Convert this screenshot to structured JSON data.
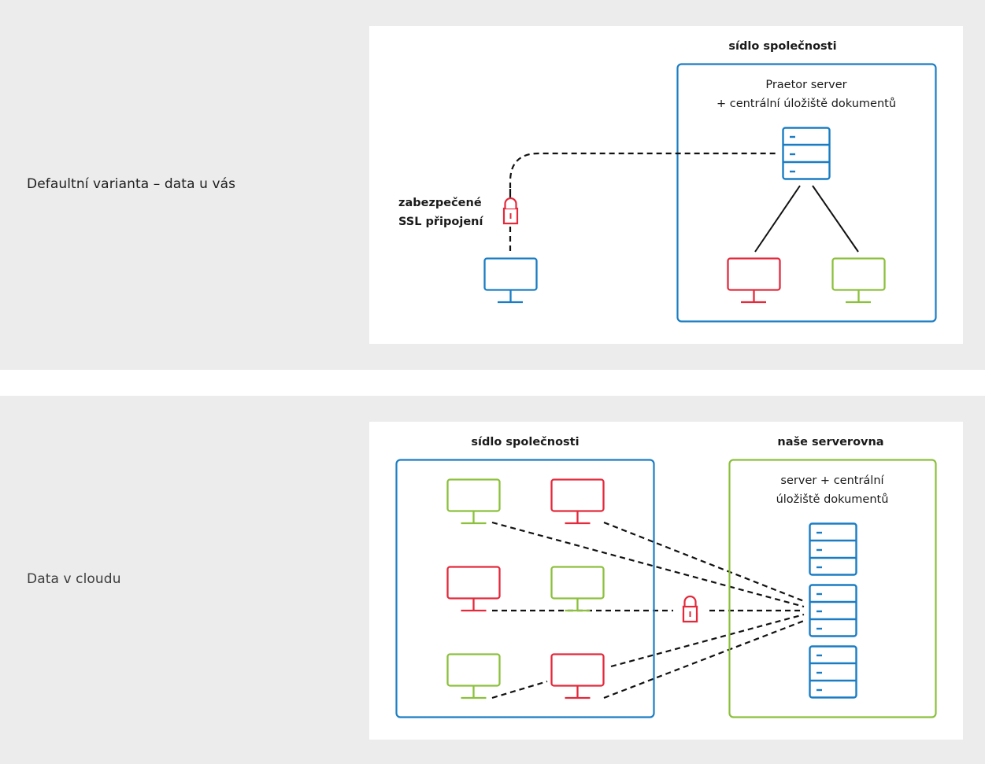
{
  "colors": {
    "blue": "#1a7dc4",
    "red": "#e3293b",
    "green": "#8cc03c",
    "connector": "#111111",
    "background": "#ececec",
    "panel": "#ffffff"
  },
  "rows": [
    {
      "label": "Defaultní varianta – data u vás",
      "diagram": {
        "site_title": "sídlo společnosti",
        "server_caption_line1": "Praetor server",
        "server_caption_line2": "+ centrální úložiště dokumentů",
        "ssl_label_line1": "zabezpečené",
        "ssl_label_line2": "SSL připojení",
        "remote_computer": {
          "color": "blue"
        },
        "local_computers": [
          {
            "color": "red"
          },
          {
            "color": "green"
          }
        ],
        "servers": 1,
        "connection": "dashed-secure",
        "icons": [
          "server-icon",
          "lock-icon",
          "monitor-icon"
        ]
      }
    },
    {
      "label": "Data v cloudu",
      "diagram": {
        "site_title": "sídlo společnosti",
        "datacenter_title": "naše serverovna",
        "server_caption_line1": "server + centrální",
        "server_caption_line2": "úložiště dokumentů",
        "computers": [
          {
            "color": "green"
          },
          {
            "color": "red"
          },
          {
            "color": "red"
          },
          {
            "color": "green"
          },
          {
            "color": "green"
          },
          {
            "color": "red"
          }
        ],
        "servers": 3,
        "connections": 5,
        "connection": "dashed-secure"
      }
    }
  ]
}
